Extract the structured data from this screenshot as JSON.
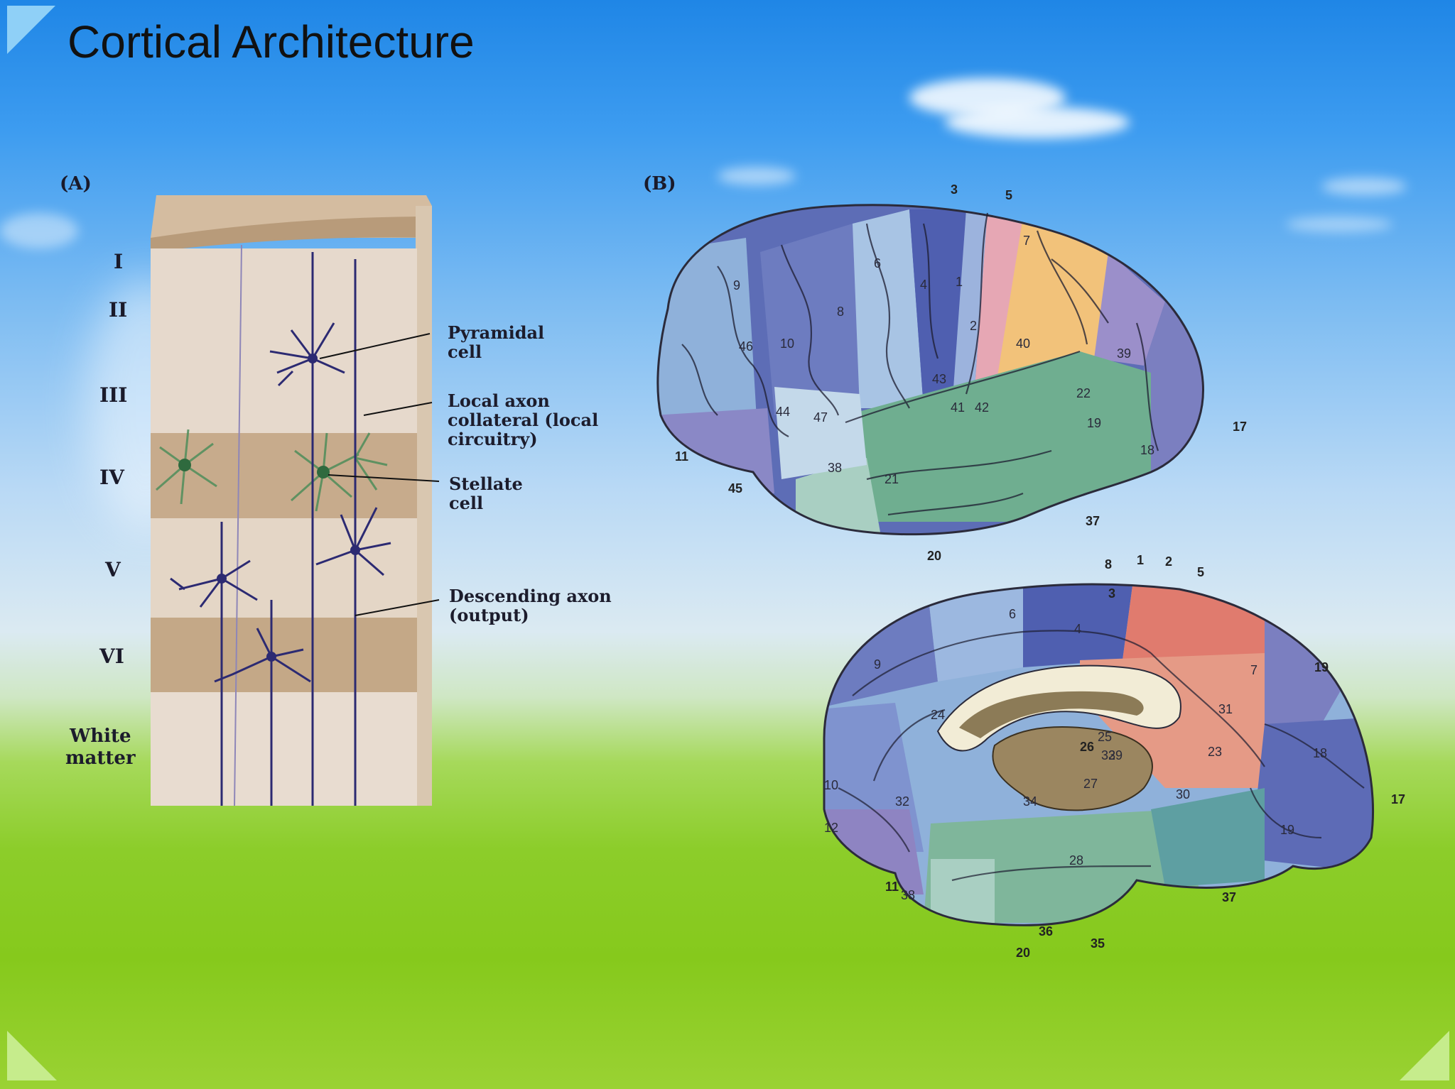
{
  "title": "Cortical Architecture",
  "panel_a": {
    "label": "(A)",
    "layers": [
      "I",
      "II",
      "III",
      "IV",
      "V",
      "VI"
    ],
    "white_matter": [
      "White",
      "matter"
    ],
    "callouts": {
      "pyramidal": [
        "Pyramidal",
        "cell"
      ],
      "local_axon": [
        "Local axon",
        "collateral (local",
        "circuitry)"
      ],
      "stellate": [
        "Stellate",
        "cell"
      ],
      "descending": [
        "Descending axon",
        "(output)"
      ]
    }
  },
  "panel_b": {
    "label": "(B)",
    "lateral_areas": [
      "3",
      "5",
      "7",
      "6",
      "4",
      "1",
      "2",
      "9",
      "8",
      "46",
      "10",
      "40",
      "39",
      "43",
      "41",
      "42",
      "22",
      "45",
      "44",
      "47",
      "11",
      "38",
      "21",
      "19",
      "18",
      "17",
      "37",
      "20"
    ],
    "medial_areas": [
      "8",
      "1",
      "2",
      "5",
      "6",
      "4",
      "3",
      "7",
      "19",
      "9",
      "24",
      "31",
      "18",
      "25",
      "23",
      "29",
      "33",
      "26",
      "10",
      "27",
      "30",
      "34",
      "32",
      "12",
      "28",
      "11",
      "38",
      "36",
      "35",
      "20",
      "17",
      "19",
      "37"
    ]
  },
  "colors": {
    "frontal_blue": "#5d6db6",
    "light_blue": "#8fb1da",
    "somatosensory_pink": "#e6a7b4",
    "parietal_orange": "#f2c27a",
    "temporal_green": "#6fae90",
    "occipital_purple": "#7b7fc0",
    "medial_red": "#e07b6e",
    "corpus_brown": "#8c7b57"
  }
}
